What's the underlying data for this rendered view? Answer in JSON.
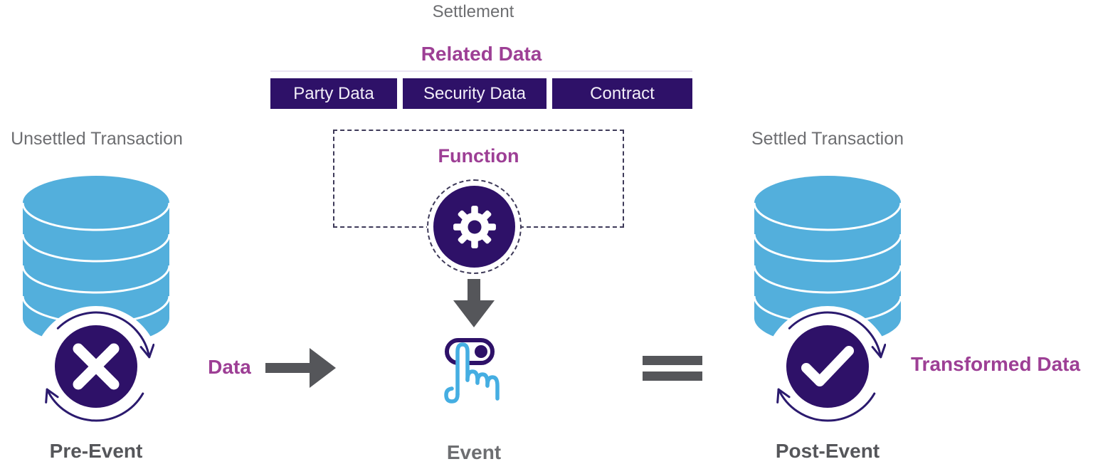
{
  "title": "Settlement",
  "colors": {
    "purple": "#2E1168",
    "magenta": "#9D3F95",
    "blue": "#53AFDC",
    "hand_blue": "#45AEE2",
    "gray": "#6D6E71",
    "dark_gray": "#55565A",
    "dash": "#3E3A59",
    "cycle_arrow": "#2B1A6E"
  },
  "related_data": {
    "heading": "Related Data",
    "chips": [
      "Party Data",
      "Security Data",
      "Contract"
    ]
  },
  "function_box": {
    "label": "Function",
    "icon": "gear-icon"
  },
  "event": {
    "label": "Event",
    "icon": "toggle-hand-icon"
  },
  "flow": {
    "data_label": "Data",
    "transformed_label": "Transformed Data"
  },
  "pre": {
    "heading": "Unsettled Transaction",
    "caption": "Pre-Event",
    "icon": "x-icon"
  },
  "post": {
    "heading": "Settled Transaction",
    "caption": "Post-Event",
    "icon": "check-icon"
  }
}
